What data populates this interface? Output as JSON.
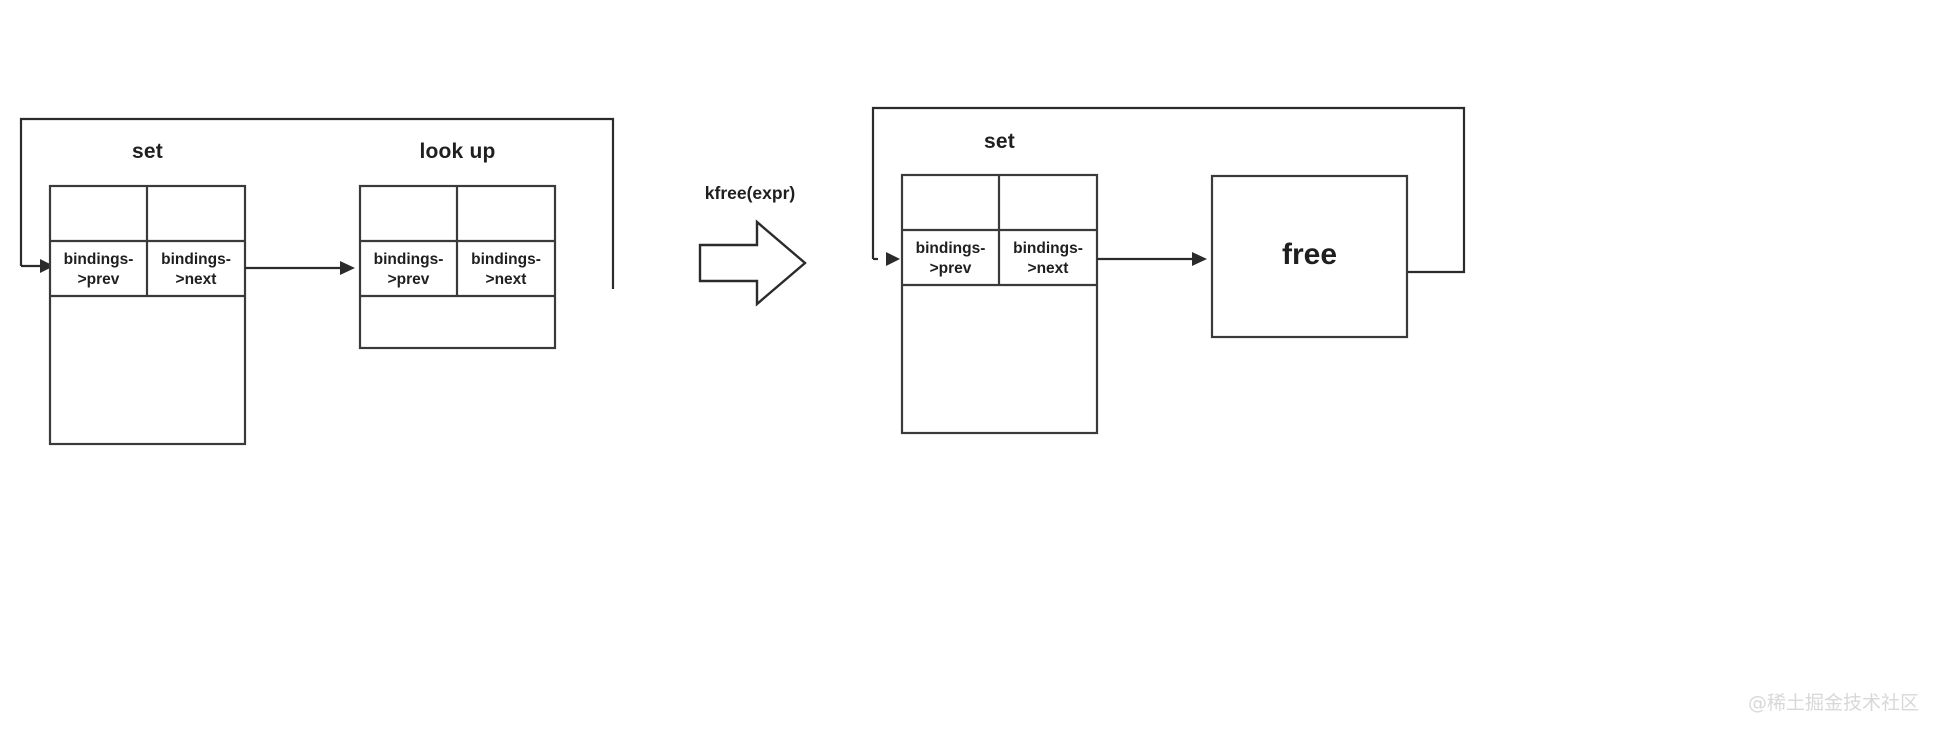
{
  "diagram": {
    "title_before": "set",
    "title_lookup": "look up",
    "title_after": "set",
    "operation_label": "kfree(expr)",
    "free_label": "free",
    "cell_prev": "bindings-\n>prev",
    "cell_next": "bindings-\n>next",
    "colors": {
      "stroke": "#3a3a3a",
      "arrow": "#2b2b2b",
      "background": "#ffffff",
      "watermark": "#d8d8d8"
    }
  },
  "left_panel": {
    "loop_title": "set",
    "nodes": [
      {
        "name": "set-node",
        "title": "set",
        "prev": "bindings-\n>prev",
        "next": "bindings-\n>next"
      },
      {
        "name": "lookup-node",
        "title": "look up",
        "prev": "bindings-\n>prev",
        "next": "bindings-\n>next"
      }
    ]
  },
  "right_panel": {
    "loop_title": "set",
    "nodes": [
      {
        "name": "set-node",
        "title": "set",
        "prev": "bindings-\n>prev",
        "next": "bindings-\n>next"
      },
      {
        "name": "free-node",
        "title": "free"
      }
    ]
  },
  "transition": {
    "label": "kfree(expr)",
    "icon": "block-arrow-right-icon"
  },
  "watermark": {
    "text": "@稀土掘金技术社区"
  }
}
